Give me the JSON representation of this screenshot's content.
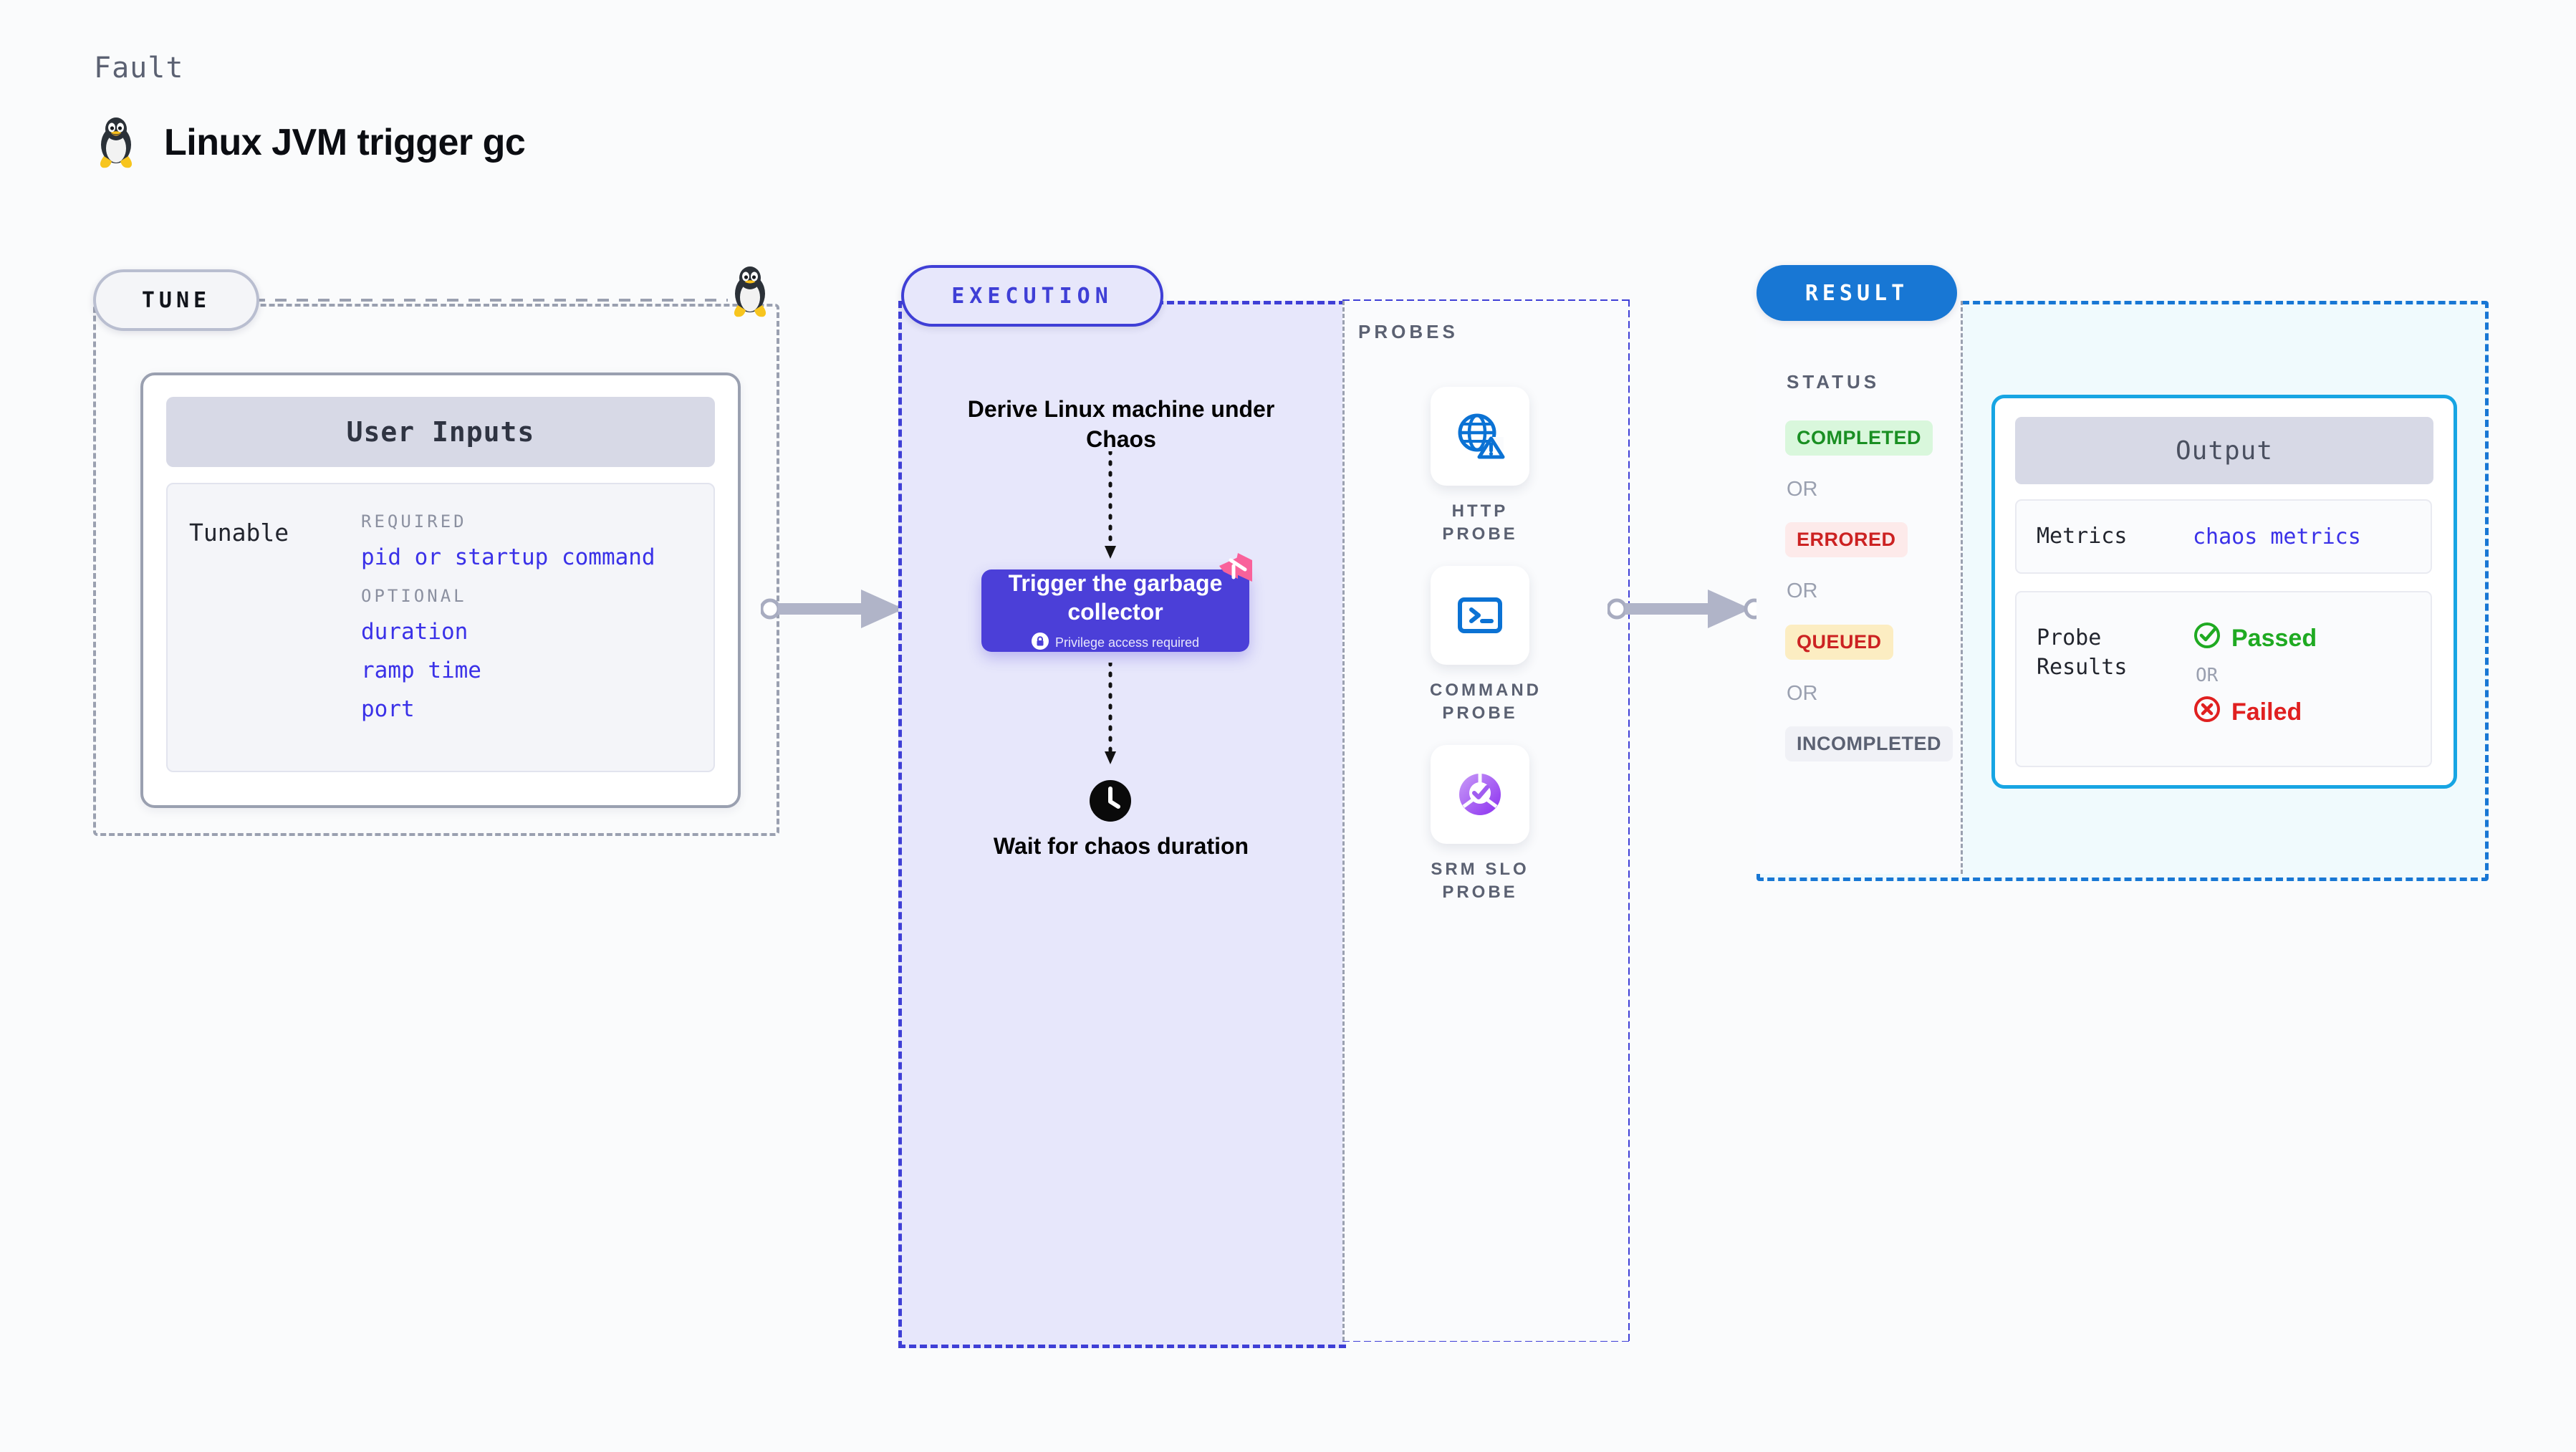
{
  "header": {
    "kicker": "Fault",
    "title": "Linux JVM trigger gc",
    "icon": "linux-tux-icon"
  },
  "tune": {
    "pill_label": "TUNE",
    "card_header": "User Inputs",
    "tunable_label": "Tunable",
    "groups": [
      {
        "heading": "REQUIRED",
        "items": [
          "pid or startup command"
        ]
      },
      {
        "heading": "OPTIONAL",
        "items": [
          "duration",
          "ramp time",
          "port"
        ]
      }
    ],
    "border_icon": "linux-tux-icon"
  },
  "execution": {
    "pill_label": "EXECUTION",
    "step_derive": "Derive Linux machine under Chaos",
    "trigger": {
      "title": "Trigger the garbage collector",
      "privilege_note": "Privilege access required",
      "badge_icon": "chaos-litmus-badge-icon",
      "lock_icon": "lock-icon",
      "color": "#4b3fd8"
    },
    "step_wait": "Wait for chaos duration",
    "wait_icon": "clock-icon",
    "bg_color": "#e7e7fb",
    "accent_color": "#3f3fd6"
  },
  "probes": {
    "title": "PROBES",
    "items": [
      {
        "label": "HTTP PROBE",
        "icon": "globe-warning-icon",
        "color": "#0b72d4"
      },
      {
        "label": "COMMAND PROBE",
        "icon": "terminal-icon",
        "color": "#0b72d4"
      },
      {
        "label": "SRM SLO PROBE",
        "icon": "slo-donut-check-icon",
        "color": "#a05cf0"
      }
    ]
  },
  "result": {
    "pill_label": "RESULT",
    "status_title": "STATUS",
    "or_label": "OR",
    "statuses": [
      {
        "label": "COMPLETED",
        "bg": "#d9f7dc",
        "fg": "#1a8f23"
      },
      {
        "label": "ERRORED",
        "bg": "#fdeaea",
        "fg": "#cc2222"
      },
      {
        "label": "QUEUED",
        "bg": "#fcedc2",
        "fg": "#cc2222"
      },
      {
        "label": "INCOMPLETED",
        "bg": "#f0f1f6",
        "fg": "#5b6172"
      }
    ],
    "output": {
      "header": "Output",
      "metrics_key": "Metrics",
      "metrics_value": "chaos metrics",
      "probe_results_key": "Probe Results",
      "passed_label": "Passed",
      "failed_label": "Failed",
      "or_label": "OR",
      "passed_icon": "check-circle-icon",
      "failed_icon": "x-circle-icon",
      "border_color": "#17a5e3"
    },
    "accent_color": "#1877d4"
  }
}
